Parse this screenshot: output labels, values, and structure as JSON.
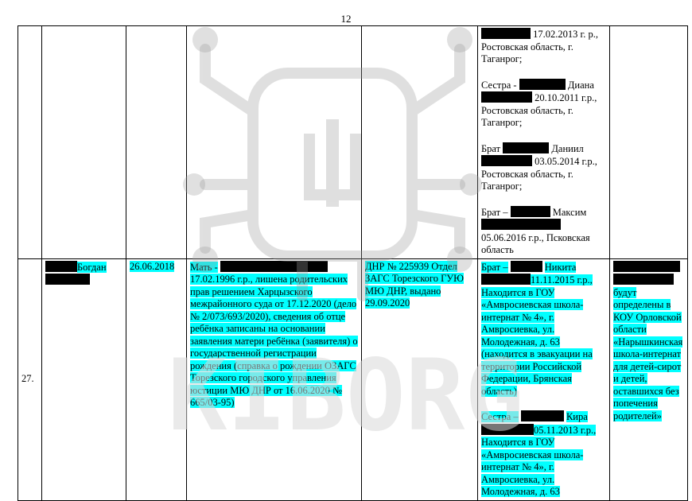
{
  "page_number": "12",
  "rows": [
    {
      "relatives": [
        {
          "label": "",
          "line_after": "17.02.2013 г. р., Ростовская область, г. Таганрог;"
        },
        {
          "label": "Сестра -",
          "name": "Диана",
          "line_after": "20.10.2011 г.р., Ростовская область, г. Таганрог;"
        },
        {
          "label": "Брат",
          "name": "Даниил",
          "line_after": "03.05.2014 г.р., Ростовская область, г. Таганрог;"
        },
        {
          "label": "Брат –",
          "name": "Максим",
          "line_after": "05.06.2016 г.р., Псковская область"
        }
      ]
    },
    {
      "number": "27.",
      "child_name": "Богдан",
      "date": "26.06.2018",
      "parents_label": "Мать -",
      "parents_text": "17.02.1996 г.р., лишена родительских прав решением Харцызского межрайонного суда от 17.12.2020 (дело № 2/073/693/2020), сведения об отце ребёнка записаны на основании заявления матери ребёнка (заявителя) о государственной регистрации рождения (справка о рождении ОЗАГС Торезского городского управления юстиции МЮ ДНР от 16.06.2020 № 665/03-95)",
      "document": "ДНР № 225939 Отдел ЗАГС Торезского ГУЮ МЮ ДНР, выдано 29.09.2020",
      "sibling1_label": "Брат –",
      "sibling1_name": "Никита",
      "sibling1_text": "11.11.2015 г.р., Находится в ГОУ «Амвросиевская школа-интернат № 4», г. Амвросиевка, ул. Молодежная, д. 63 (находится в эвакуации на территории Российской Федерации, Брянская область)",
      "sibling2_label": "Сестра –",
      "sibling2_name": "Кира",
      "sibling2_text": "05.11.2013 г.р., Находится в ГОУ «Амвросиевская школа-интернат № 4», г. Амвросиевка, ул. Молодежная, д. 63",
      "placement": "будут определены в КОУ Орловской области «Нарышкинская школа-интернат для детей-сирот и детей, оставшихся без попечения родителей»"
    }
  ],
  "watermark_text": "KIBORG",
  "colors": {
    "highlight": "#00ffff",
    "redaction": "#000000",
    "watermark": "#d9d9d9"
  }
}
